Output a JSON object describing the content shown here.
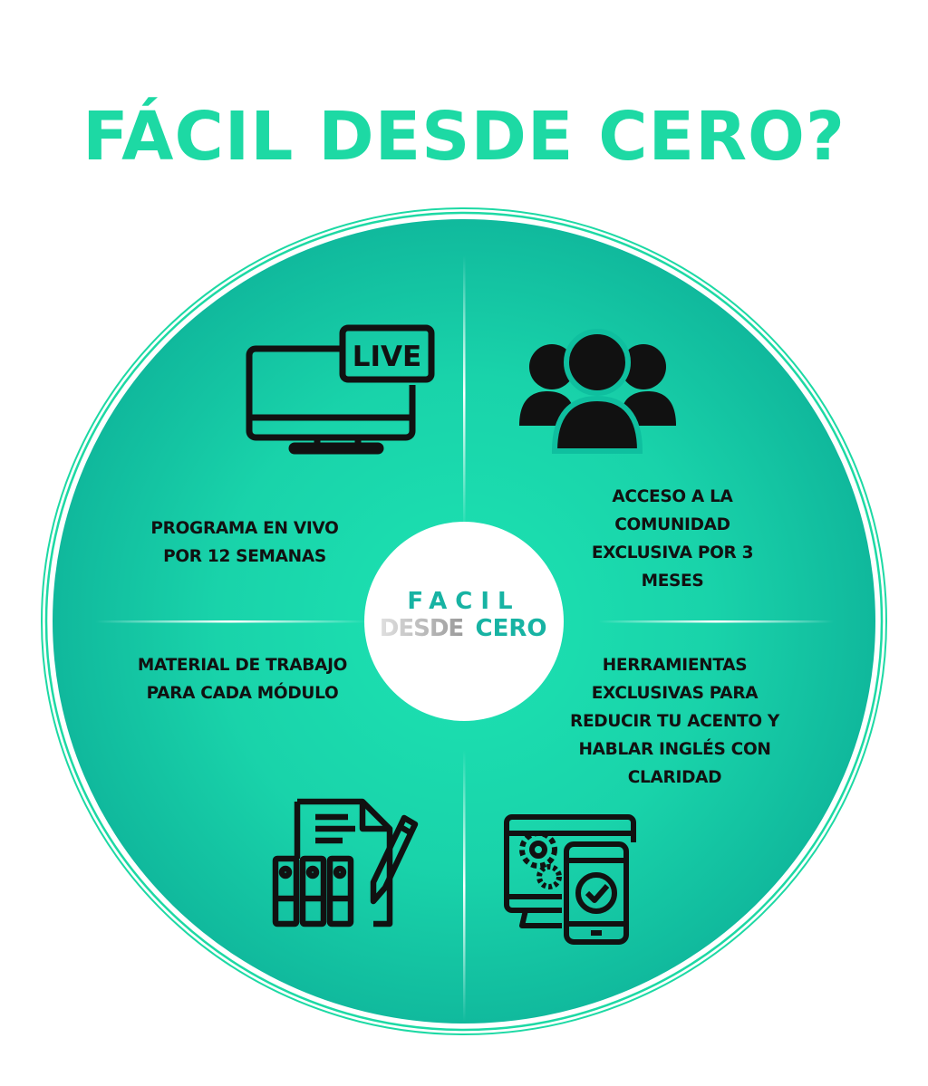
{
  "title": "FÁCIL DESDE CERO?",
  "colors": {
    "title": "#1dd9a4",
    "circle_center": "#1de0b0",
    "circle_edge": "#0fb89c",
    "ring": "#1dd9a4",
    "icon": "#111111"
  },
  "logo": {
    "line1": "FACIL",
    "line2a": "DESDE",
    "line2b": "CERO"
  },
  "quadrants": [
    {
      "icon": "live-monitor-icon",
      "label": "PROGRAMA EN VIVO\nPOR 12 SEMANAS",
      "icon_text": "LIVE"
    },
    {
      "icon": "community-icon",
      "label": "ACCESO A LA\nCOMUNIDAD\nEXCLUSIVA POR 3\nMESES"
    },
    {
      "icon": "documents-binders-icon",
      "label": "MATERIAL DE TRABAJO\nPARA CADA MÓDULO"
    },
    {
      "icon": "app-tools-icon",
      "label": "HERRAMIENTAS\nEXCLUSIVAS PARA\nREDUCIR TU ACENTO Y\nHABLAR INGLÉS CON\nCLARIDAD"
    }
  ]
}
